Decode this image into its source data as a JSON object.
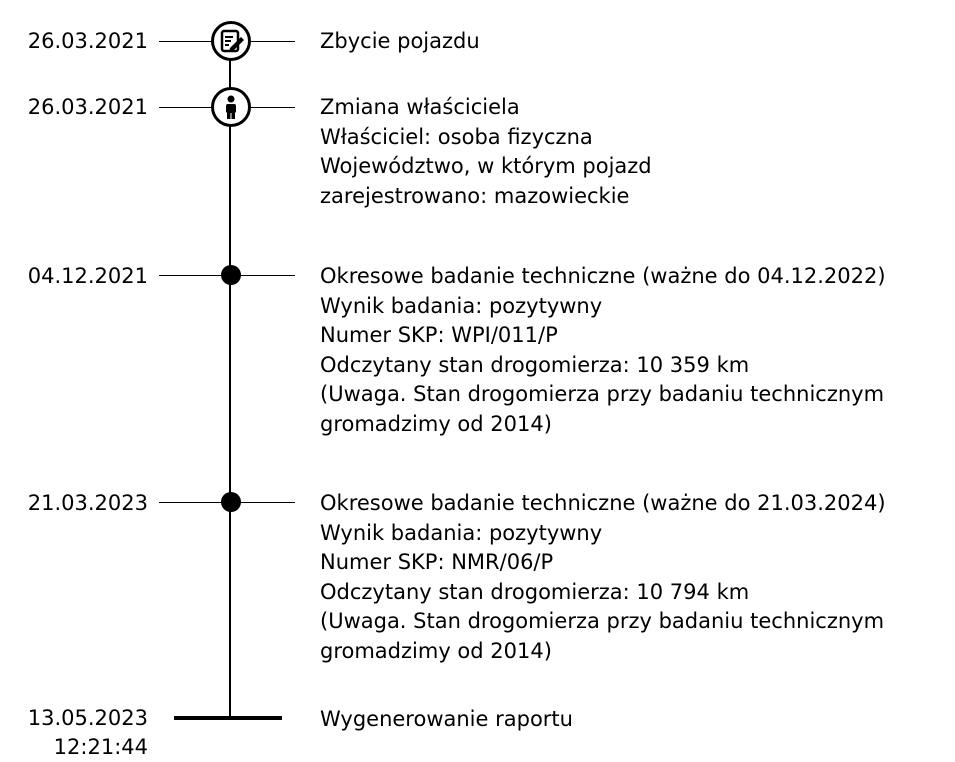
{
  "events": [
    {
      "date": "26.03.2021",
      "icon": "document-edit-icon",
      "lines": [
        "Zbycie pojazdu"
      ]
    },
    {
      "date": "26.03.2021",
      "icon": "person-icon",
      "lines": [
        "Zmiana właściciela",
        "Właściciel: osoba fizyczna",
        "Województwo, w którym pojazd",
        "zarejestrowano: mazowieckie"
      ]
    },
    {
      "date": "04.12.2021",
      "icon": "dot",
      "lines": [
        "Okresowe badanie techniczne (ważne do 04.12.2022)",
        "Wynik badania: pozytywny",
        "Numer SKP: WPI/011/P",
        "Odczytany stan drogomierza: 10 359 km",
        "(Uwaga. Stan drogomierza przy badaniu technicznym",
        "gromadzimy od 2014)"
      ]
    },
    {
      "date": "21.03.2023",
      "icon": "dot",
      "lines": [
        "Okresowe badanie techniczne (ważne do 21.03.2024)",
        "Wynik badania: pozytywny",
        "Numer SKP: NMR/06/P",
        "Odczytany stan drogomierza: 10 794 km",
        "(Uwaga. Stan drogomierza przy badaniu technicznym",
        "gromadzimy od 2014)"
      ]
    },
    {
      "date": "13.05.2023",
      "time": "12:21:44",
      "icon": "end-bar",
      "lines": [
        "Wygenerowanie raportu"
      ]
    }
  ]
}
